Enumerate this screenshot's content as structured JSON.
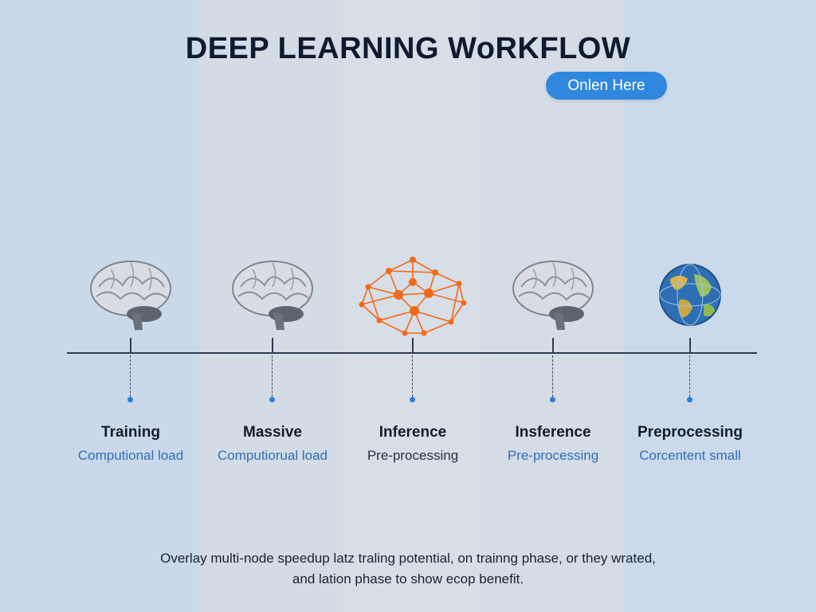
{
  "title": "DEEP LEARNING WoRKFLOW",
  "cta_button": "Onlen Here",
  "stages": [
    {
      "title": "Training",
      "subtitle": "Computional load",
      "icon": "brain-icon"
    },
    {
      "title": "Massive",
      "subtitle": "Computiorual load",
      "icon": "brain-icon"
    },
    {
      "title": "Inference",
      "subtitle": "Pre-processing",
      "icon": "neural-network-icon"
    },
    {
      "title": "Insference",
      "subtitle": "Pre-processing",
      "icon": "brain-icon"
    },
    {
      "title": "Preprocessing",
      "subtitle": "Corcentent small",
      "icon": "globe-icon"
    }
  ],
  "footnote": {
    "line1": "Overlay multi-node speedup latz traling potential, on trainng phase, or they wrated,",
    "line2": "and lation phase to show ecop benefit."
  },
  "colors": {
    "accent": "#2f87de",
    "subtitle_blue": "#2f6fb9",
    "network_orange": "#f06a1c",
    "title_dark": "#0f1a2e"
  }
}
